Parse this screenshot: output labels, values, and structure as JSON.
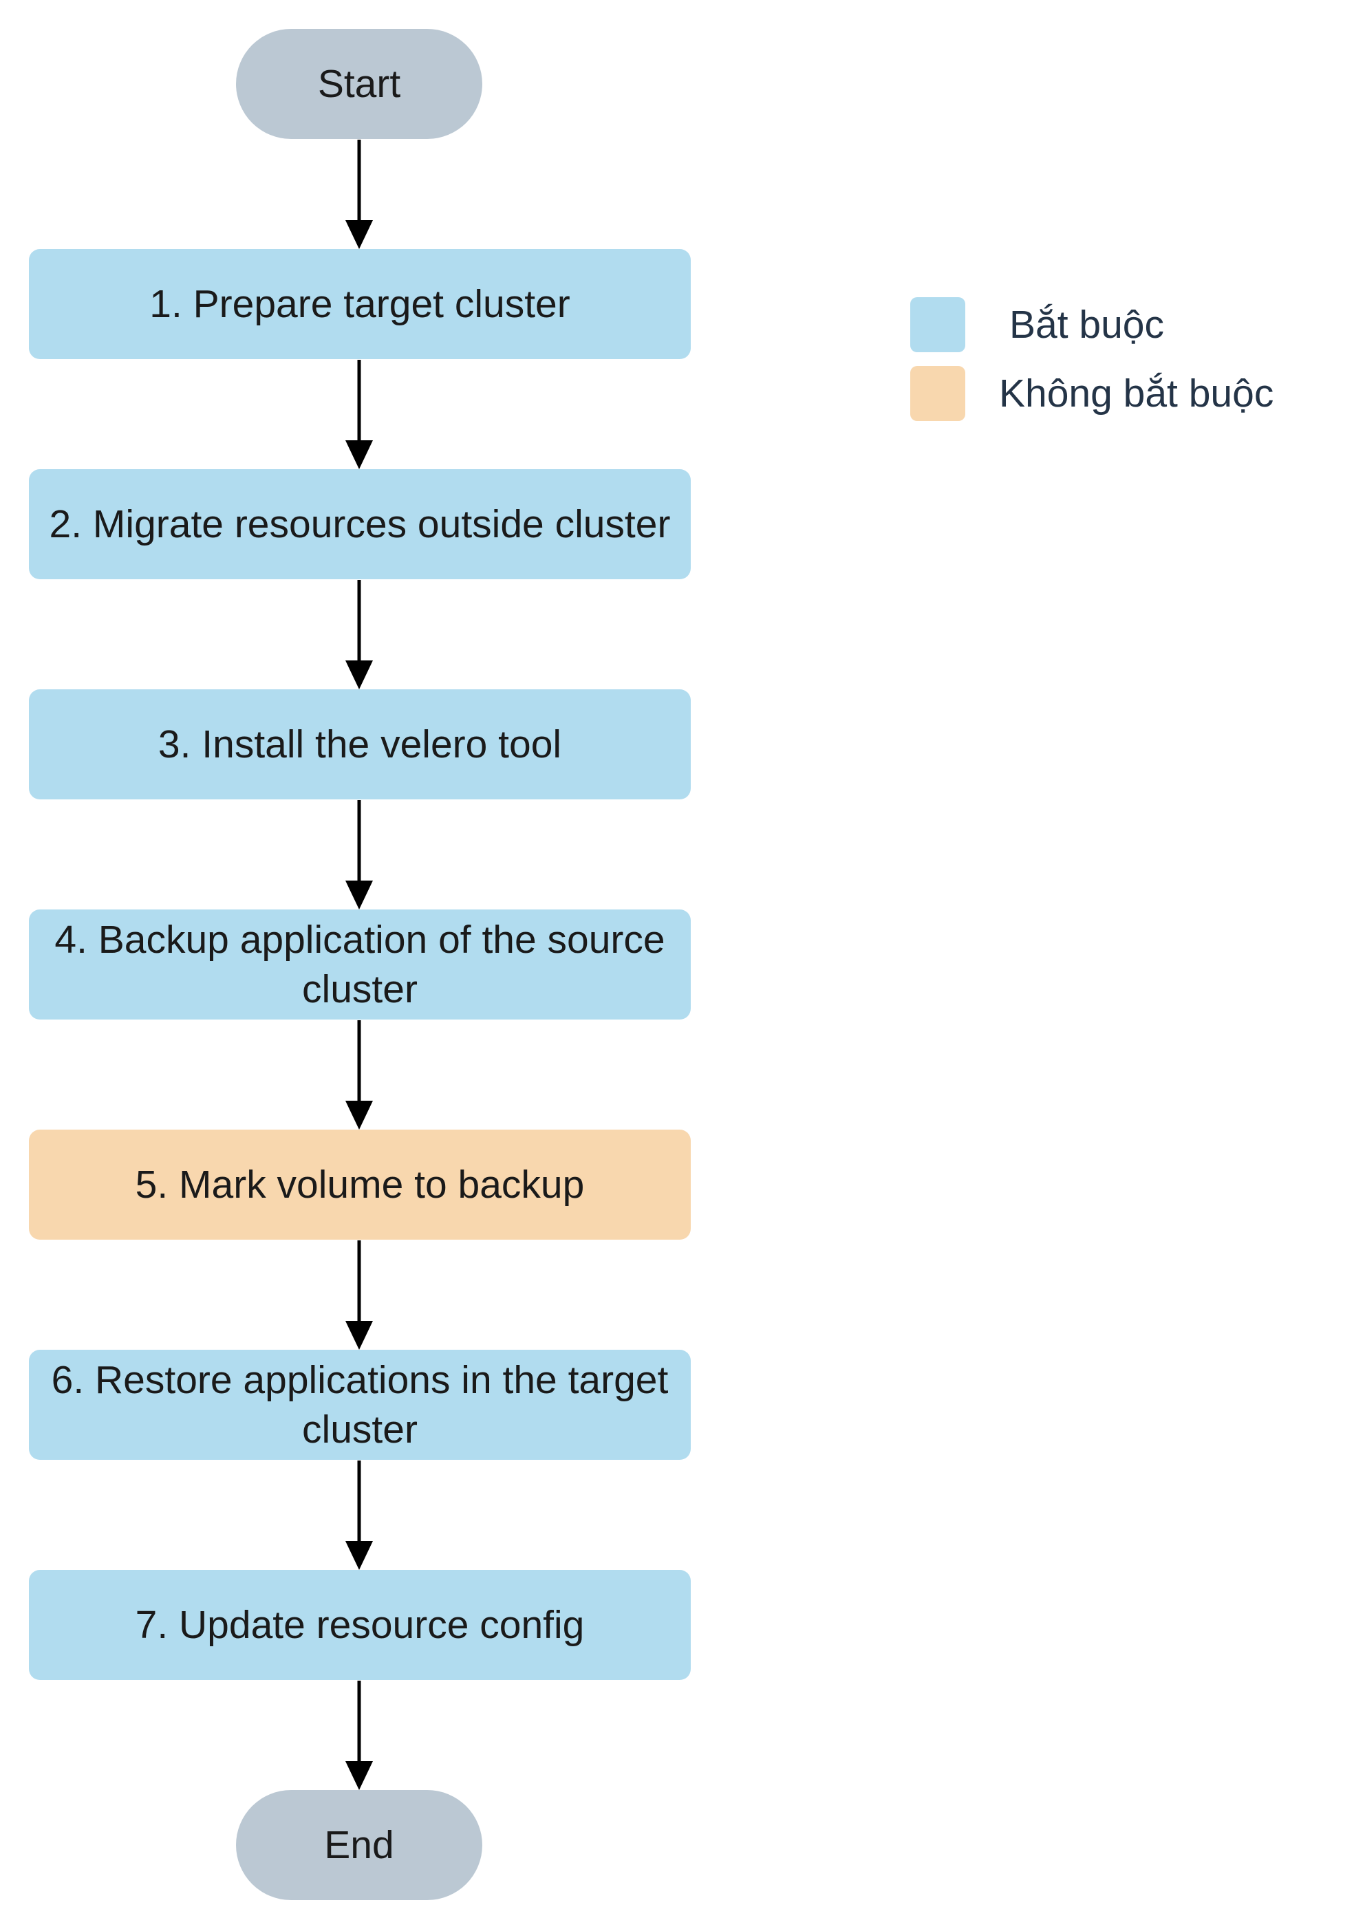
{
  "colors": {
    "required": "#b1dcef",
    "optional": "#f8d7ae",
    "terminal": "#bbc8d3",
    "arrow": "#000000"
  },
  "flow": {
    "start": "Start",
    "end": "End",
    "steps": [
      {
        "label": "1. Prepare target cluster",
        "kind": "required"
      },
      {
        "label": "2. Migrate resources outside cluster",
        "kind": "required"
      },
      {
        "label": "3. Install the velero tool",
        "kind": "required"
      },
      {
        "label": "4. Backup application of the source cluster",
        "kind": "required"
      },
      {
        "label": "5. Mark volume to backup",
        "kind": "optional"
      },
      {
        "label": "6. Restore applications in the target cluster",
        "kind": "required"
      },
      {
        "label": "7. Update resource config",
        "kind": "required"
      }
    ]
  },
  "legend": {
    "required_label": "Bắt buộc",
    "optional_label": "Không bắt buộc"
  }
}
